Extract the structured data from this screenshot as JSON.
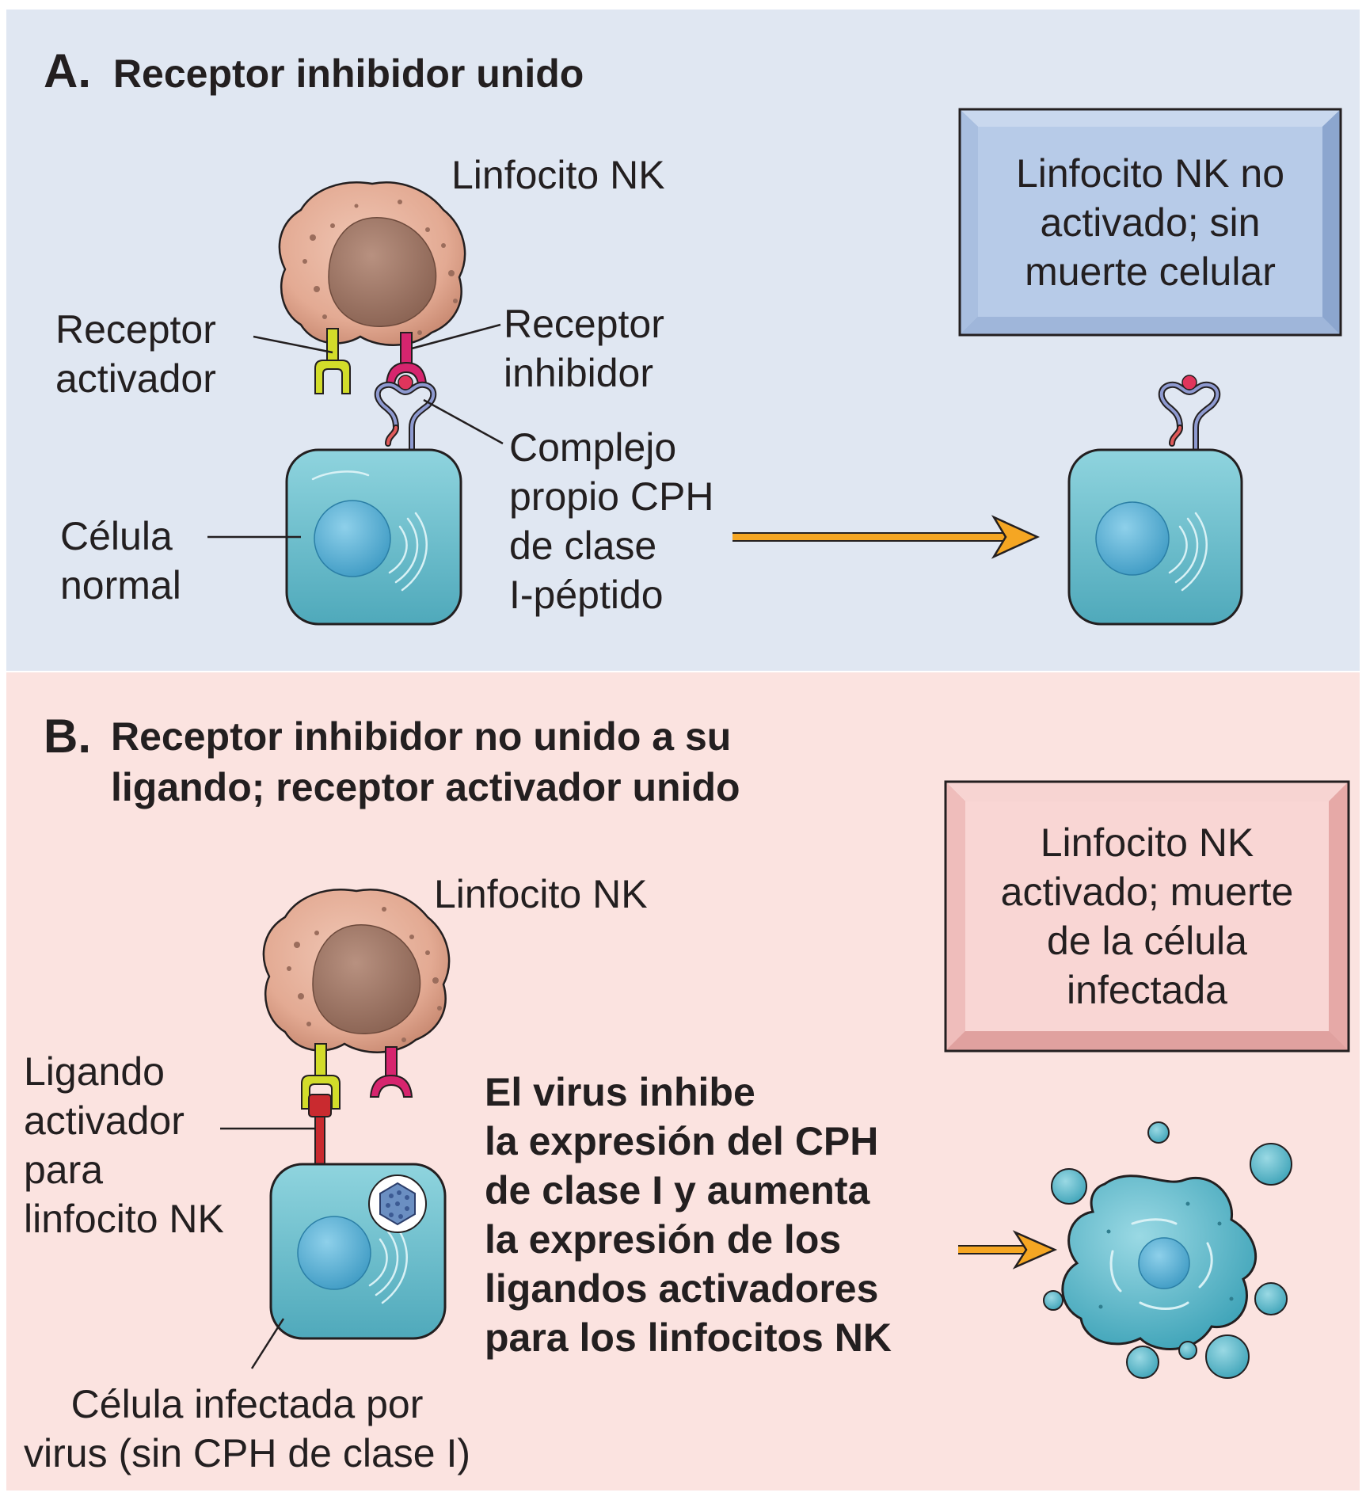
{
  "panel_a": {
    "letter": "A.",
    "title": "Receptor inhibidor unido",
    "nk_label": "Linfocito NK",
    "activating_receptor_label": [
      "Receptor",
      "activador"
    ],
    "inhibitory_receptor_label": [
      "Receptor",
      "inhibidor"
    ],
    "mhc_complex_label": [
      "Complejo",
      "propio CPH",
      "de clase",
      "I-péptido"
    ],
    "normal_cell_label": [
      "Célula",
      "normal"
    ],
    "result_box": [
      "Linfocito NK no",
      "activado; sin",
      "muerte celular"
    ]
  },
  "panel_b": {
    "letter": "B.",
    "title": [
      "Receptor inhibidor no unido a su",
      "ligando; receptor activador unido"
    ],
    "nk_label": "Linfocito NK",
    "ligand_label": [
      "Ligando",
      "activador",
      "para",
      "linfocito NK"
    ],
    "infected_cell_label": [
      "Célula infectada por",
      "virus (sin CPH de clase I)"
    ],
    "virus_note": [
      "El virus inhibe",
      "la expresión del CPH",
      "de clase I y aumenta",
      "la expresión de los",
      "ligandos activadores",
      "para los linfocitos NK"
    ],
    "result_box": [
      "Linfocito NK",
      "activado; muerte",
      "de la célula",
      "infectada"
    ]
  },
  "colors": {
    "panel_a_background": "#e0e7f2",
    "panel_b_background": "#fbe3e0",
    "nk_cell": "#e3aa93",
    "target_cell": "#6fc2cf",
    "activating_receptor": "#d2dc2a",
    "inhibitory_receptor": "#d6256e",
    "ligand": "#c92a2f",
    "arrow": "#f5a623",
    "box_a": "#b7cbe8",
    "box_b": "#f6c9c7"
  }
}
